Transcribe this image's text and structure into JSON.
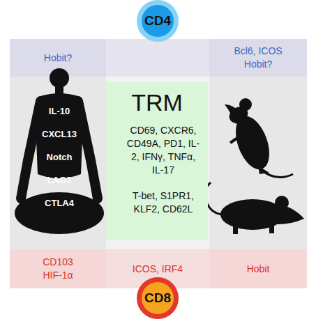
{
  "diagram": {
    "nodes": [
      {
        "text": [
          "CD4"
        ]
      },
      {
        "text": [
          "Hobit?"
        ]
      },
      {
        "text": [
          "Bcl6, ICOS",
          "Hobit?"
        ]
      },
      {
        "text": [
          "IL-10",
          "CXCL13",
          "Notch",
          "LAG3",
          "CTLA4"
        ]
      },
      {
        "text": [
          "TRM",
          "CD69, CXCR6, CD49A, PD1, IL-2, IFNγ, TNFα, IL-17",
          "T-bet, S1PR1, KLF2, CD62L"
        ]
      },
      {
        "text": [
          "CD103",
          "HIF-1α"
        ]
      },
      {
        "text": [
          "ICOS, IRF4"
        ]
      },
      {
        "text": [
          "Hobit"
        ]
      },
      {
        "text": [
          "CD8"
        ]
      }
    ]
  }
}
